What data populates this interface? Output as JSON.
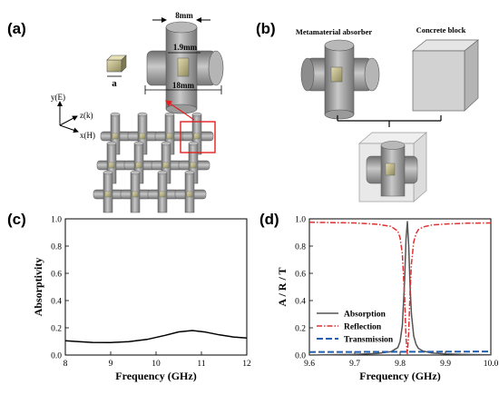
{
  "panels": {
    "a": {
      "label": "(a)",
      "dim_top": "8mm",
      "dim_mid": "1.9mm",
      "dim_bottom": "18mm",
      "cube_label": "a",
      "axis_y": "y(E)",
      "axis_z": "z(k)",
      "axis_x": "x(H)"
    },
    "b": {
      "label": "(b)",
      "absorber_title": "Metamaterial absorber",
      "concrete_title": "Concrete block"
    },
    "c": {
      "label": "(c)"
    },
    "d": {
      "label": "(d)"
    }
  },
  "colors": {
    "absorption": "#555555",
    "reflection": "#e03030",
    "transmission": "#1f5fb5",
    "highlight_box": "#e02020",
    "cylinder": "#a8a8a8"
  },
  "chart_data": [
    {
      "id": "c",
      "type": "line",
      "xlabel": "Frequency (GHz)",
      "ylabel": "Absorptivity",
      "xlim": [
        8,
        12
      ],
      "ylim": [
        0.0,
        1.0
      ],
      "xticks": [
        "8",
        "9",
        "10",
        "11",
        "12"
      ],
      "yticks": [
        "0.0",
        "0.2",
        "0.4",
        "0.6",
        "0.8",
        "1.0"
      ],
      "series": [
        {
          "color": "#000000",
          "x": [
            8.0,
            8.3,
            8.6,
            9.0,
            9.4,
            9.8,
            10.2,
            10.5,
            10.8,
            11.1,
            11.4,
            11.7,
            12.0
          ],
          "y": [
            0.105,
            0.098,
            0.093,
            0.092,
            0.098,
            0.115,
            0.145,
            0.17,
            0.18,
            0.168,
            0.148,
            0.133,
            0.125
          ]
        }
      ]
    },
    {
      "id": "d",
      "type": "line",
      "xlabel": "Frequency (GHz)",
      "ylabel": "A / R / T",
      "xlim": [
        9.6,
        10.0
      ],
      "ylim": [
        0.0,
        1.0
      ],
      "xticks": [
        "9.6",
        "9.7",
        "9.8",
        "9.9",
        "10.0"
      ],
      "yticks": [
        "0.0",
        "0.2",
        "0.4",
        "0.6",
        "0.8",
        "1.0"
      ],
      "legend": "bottom-left",
      "series": [
        {
          "name": "Absorption",
          "style": "solid",
          "color": "#555555",
          "x": [
            9.6,
            9.7,
            9.75,
            9.78,
            9.795,
            9.8,
            9.805,
            9.81,
            9.813,
            9.816,
            9.819,
            9.822,
            9.825,
            9.83,
            9.835,
            9.84,
            9.85,
            9.87,
            9.9,
            9.95,
            10.0
          ],
          "y": [
            0.0,
            0.005,
            0.012,
            0.025,
            0.055,
            0.1,
            0.22,
            0.55,
            0.85,
            0.98,
            0.8,
            0.5,
            0.3,
            0.14,
            0.08,
            0.05,
            0.03,
            0.015,
            0.008,
            0.004,
            0.002
          ]
        },
        {
          "name": "Reflection",
          "style": "dashdot",
          "color": "#e03030",
          "x": [
            9.6,
            9.7,
            9.75,
            9.78,
            9.795,
            9.8,
            9.805,
            9.81,
            9.813,
            9.816,
            9.819,
            9.822,
            9.825,
            9.83,
            9.835,
            9.84,
            9.85,
            9.87,
            9.9,
            9.95,
            10.0
          ],
          "y": [
            0.975,
            0.97,
            0.96,
            0.945,
            0.91,
            0.86,
            0.74,
            0.42,
            0.13,
            0.01,
            0.17,
            0.47,
            0.67,
            0.83,
            0.89,
            0.92,
            0.94,
            0.955,
            0.962,
            0.968,
            0.97
          ]
        },
        {
          "name": "Transmission",
          "style": "dashed",
          "color": "#1f5fb5",
          "x": [
            9.6,
            9.7,
            9.8,
            9.9,
            10.0
          ],
          "y": [
            0.022,
            0.023,
            0.024,
            0.025,
            0.026
          ]
        }
      ]
    }
  ]
}
